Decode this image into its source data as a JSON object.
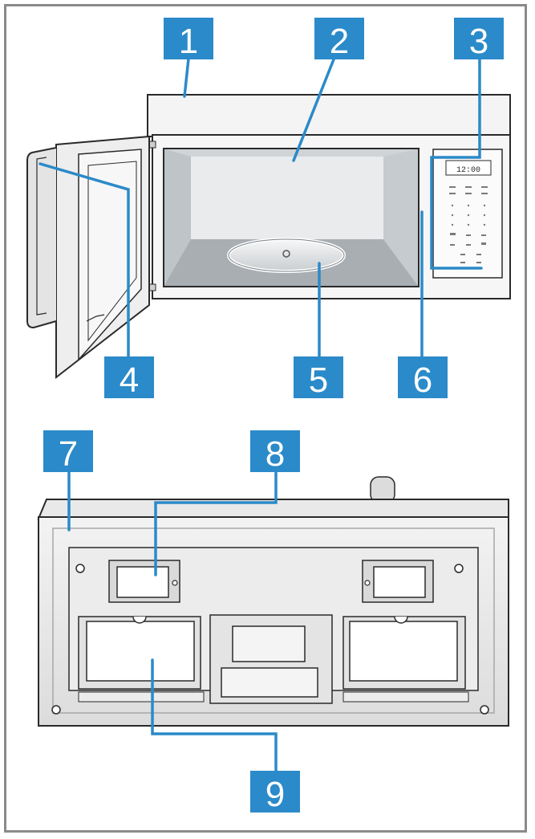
{
  "colors": {
    "callout_box": "#2b8ac9",
    "leader_line": "#2b8ac9",
    "outline": "#2a2a2a",
    "cavity_light": "#e6e8ea",
    "cavity_mid": "#cfd3d6",
    "cavity_dark": "#9ea3a8",
    "body": "#ececec",
    "border": "#8a8a8a"
  },
  "callouts": [
    {
      "id": "1",
      "label": "1"
    },
    {
      "id": "2",
      "label": "2"
    },
    {
      "id": "3",
      "label": "3"
    },
    {
      "id": "4",
      "label": "4"
    },
    {
      "id": "5",
      "label": "5"
    },
    {
      "id": "6",
      "label": "6"
    },
    {
      "id": "7",
      "label": "7"
    },
    {
      "id": "8",
      "label": "8"
    },
    {
      "id": "9",
      "label": "9"
    }
  ],
  "display": {
    "digits": "12:00"
  }
}
